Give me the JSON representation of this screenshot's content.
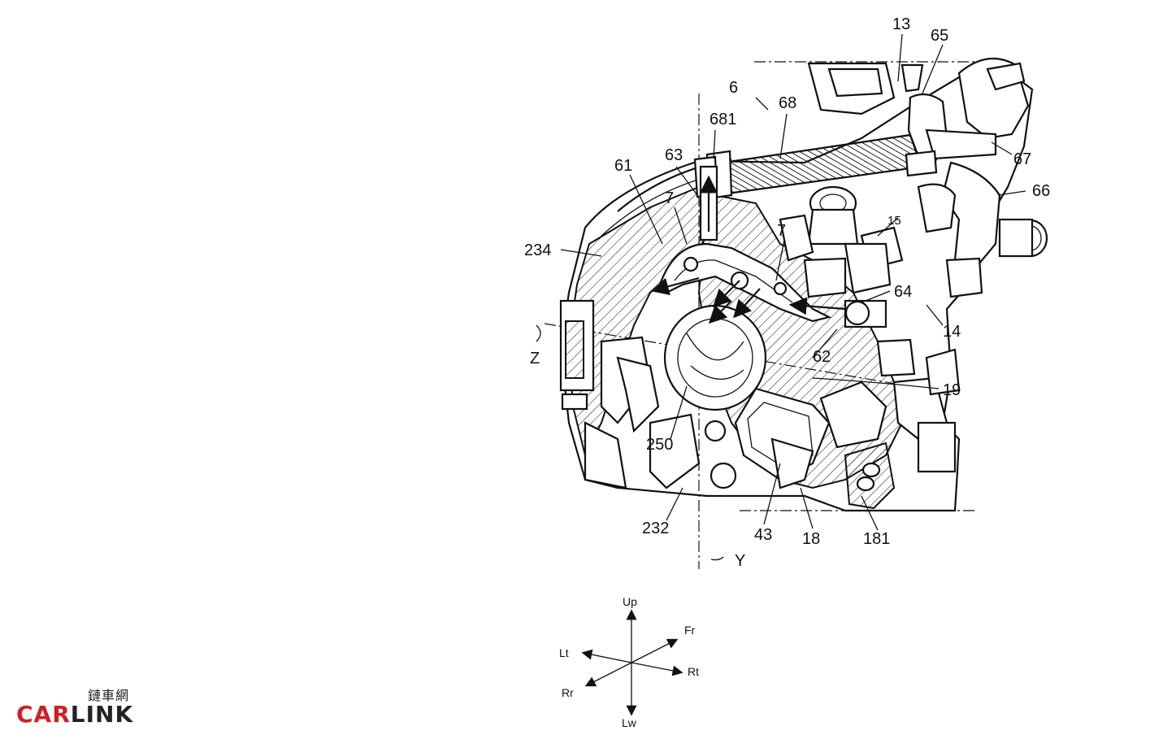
{
  "figure": {
    "reference_numerals": [
      "13",
      "65",
      "6",
      "68",
      "681",
      "63",
      "61",
      "7",
      "7",
      "67",
      "66",
      "15",
      "234",
      "64",
      "14",
      "62",
      "Z",
      "19",
      "250",
      "232",
      "43",
      "18",
      "181",
      "Y"
    ],
    "direction_labels": {
      "up": "Up",
      "down": "Lw",
      "left": "Lt",
      "right": "Rt",
      "front": "Fr",
      "rear": "Rr"
    }
  },
  "watermark": {
    "chinese": "鏈車網",
    "brand_car": "CAR",
    "brand_link": "LINK",
    "brand_color": "#d01f26"
  }
}
